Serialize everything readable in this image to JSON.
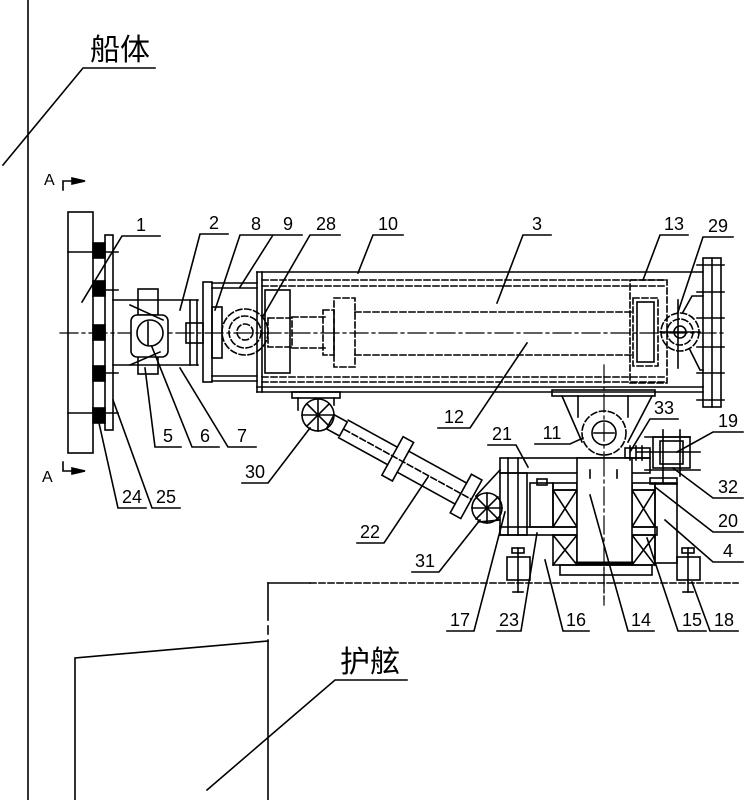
{
  "drawing": {
    "hull_label": "船体",
    "fender_label": "护舷",
    "section_marker_top": "A",
    "section_marker_bottom": "A"
  },
  "callouts": {
    "c1": "1",
    "c2": "2",
    "c3": "3",
    "c4": "4",
    "c5": "5",
    "c6": "6",
    "c7": "7",
    "c8": "8",
    "c9": "9",
    "c10": "10",
    "c11": "11",
    "c12": "12",
    "c13": "13",
    "c14": "14",
    "c15": "15",
    "c16": "16",
    "c17": "17",
    "c18": "18",
    "c19": "19",
    "c20": "20",
    "c21": "21",
    "c22": "22",
    "c23": "23",
    "c24": "24",
    "c25": "25",
    "c28": "28",
    "c29": "29",
    "c30": "30",
    "c31": "31",
    "c32": "32",
    "c33": "33"
  }
}
